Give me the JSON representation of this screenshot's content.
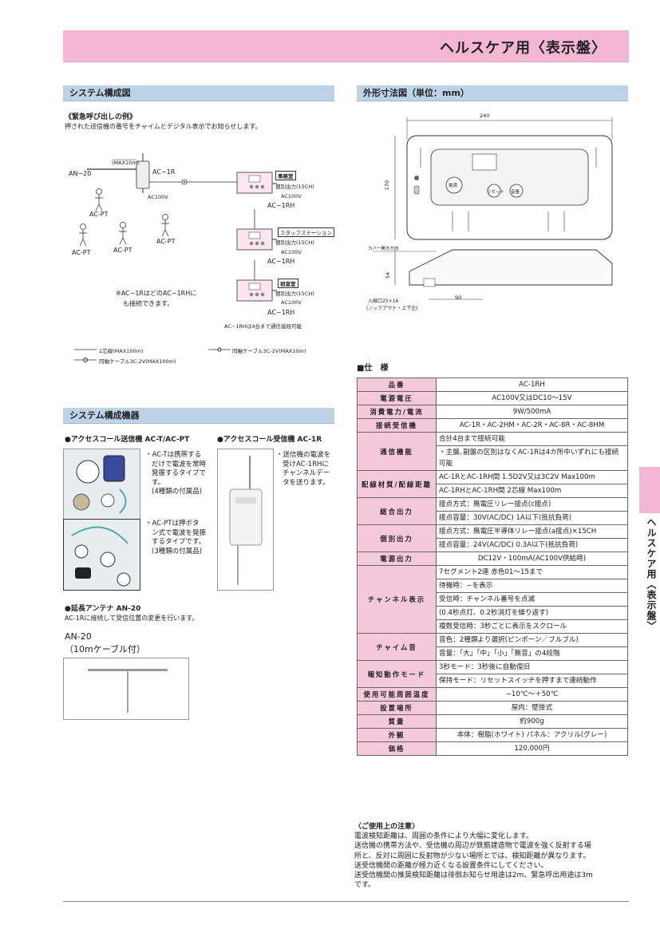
{
  "page_title": "ヘルスケア用〈表示盤〉",
  "side_tab_text": "ヘルスケア用〈表示盤〉",
  "system_diagram": {
    "header": "システム構成図",
    "example_title": "《緊急呼び出しの例》",
    "example_desc": "押された送信機の番号をチャイムとデジタル表示でお知らせします。",
    "max10m": "(MAX10m)",
    "an20": "AN−20",
    "ac1r": "AC−1R",
    "ac100v": "AC100V",
    "ac_pt": "AC-PT",
    "ac1rh": "AC−1RH",
    "room1": "事務室",
    "room2": "スタッフステーション",
    "room3": "宿直室",
    "indiv_output": "個別出力(15CH)",
    "note_connect_1": "※AC−1RはどのAC−1RHに",
    "note_connect_2": "も接続できます。",
    "note_4units": "AC−1RHは4台まで通信接続可能",
    "legend_2core": "2芯線(MAX100m)",
    "legend_coax1": "同軸ケーブル3C-2V(MAX10m)",
    "legend_coax2": "同軸ケーブル3C-2V(MAX100m)"
  },
  "dimension": {
    "header": "外形寸法図（単位：mm）",
    "width": "240",
    "height": "170",
    "depth": "54",
    "offset": "90",
    "cover_label": "カバー開き方向",
    "inlet_label_1": "入線口25×16",
    "inlet_label_2": "(ノックアウト・上下左)",
    "btn1": "電源",
    "btn2": "リセット",
    "btn3": "音量"
  },
  "spec": {
    "header": "■仕　様",
    "rows": [
      {
        "label": "品番",
        "lines": [
          "AC-1RH"
        ]
      },
      {
        "label": "電源電圧",
        "lines": [
          "AC100V又はDC10〜15V"
        ]
      },
      {
        "label": "消費電力/電流",
        "lines": [
          "9W/500mA"
        ]
      },
      {
        "label": "接続受信機",
        "lines": [
          "AC-1R・AC-2HM・AC-2R・AC-8R・AC-8HM"
        ]
      },
      {
        "label": "通信機能",
        "lines": [
          "合計4台まで接続可能",
          "・主盤､副盤の区別はなくAC-1Rは4カ所中いずれにも接続可能"
        ]
      },
      {
        "label": "配線材質/配線距離",
        "lines": [
          "AC-1RとAC-1RH間  1.5D2V又は3C2V  Max100m",
          "AC-1RHとAC-1RH間  2芯線      Max100m"
        ]
      },
      {
        "label": "総合出力",
        "lines": [
          "接点方式：無電圧リレー接点(c接点)",
          "接点容量：30V(AC/DC)  1A以下(抵抗負荷)"
        ]
      },
      {
        "label": "個別出力",
        "lines": [
          "接点方式：無電圧半導体リレー接点(a接点)×15CH",
          "接点容量：24V(AC/DC)  0.3A以下(抵抗負荷)"
        ]
      },
      {
        "label": "電源出力",
        "lines": [
          "DC12V・100mA(AC100V供給時)"
        ]
      },
      {
        "label": "チャンネル表示",
        "lines": [
          "7セグメント2連  赤色01〜15まで",
          "待機時：−を表示",
          "受信時：チャンネル番号を点滅",
          "(0.4秒点灯、0.2秒消灯を繰り返す)",
          "複数受信時：3秒ごとに表示をスクロール"
        ]
      },
      {
        "label": "チャイム音",
        "lines": [
          "音色：2種類より選択(ピンポーン／ブルブル)",
          "音量：「大」「中」「小」「無音」の4段階"
        ]
      },
      {
        "label": "報知動作モード",
        "lines": [
          "3秒モード：3秒後に自動復旧",
          "保持モード：リセットスイッチを押すまで連続動作"
        ]
      },
      {
        "label": "使用可能周囲温度",
        "lines": [
          "−10℃〜＋50℃"
        ]
      },
      {
        "label": "設置場所",
        "lines": [
          "屋内：壁掛式"
        ]
      },
      {
        "label": "質量",
        "lines": [
          "約900g"
        ]
      },
      {
        "label": "外観",
        "lines": [
          "本体：樹脂(ホワイト)  パネル：アクリル(グレー)"
        ]
      },
      {
        "label": "価格",
        "lines": [
          "120,000円"
        ]
      }
    ]
  },
  "equipment": {
    "header": "システム構成機器",
    "tx_title": "●アクセスコール送信機  AC-T/AC-PT",
    "tx_desc_t": [
      "・AC-Tは携帯する",
      "だけで電波を常時",
      "発振するタイプで",
      "す。",
      "(4種類の付属品)"
    ],
    "tx_desc_pt": [
      "・AC-PTは押ボタ",
      "ン式で電波を発振",
      "するタイプです。",
      "(3種類の付属品)"
    ],
    "rx_title": "●アクセスコール受信機  AC-1R",
    "rx_desc": [
      "・送信機の電波を",
      "受けAC-1RHに",
      "チャンネルデー",
      "タを送ります。"
    ],
    "antenna_title": "●延長アンテナ      AN-20",
    "antenna_desc": "AC-1Rに接続して受信位置の変更を行います。",
    "antenna_model": "AN-20",
    "antenna_cable": "（10mケーブル付）"
  },
  "usage_notes": {
    "title": "〈ご使用上の注意〉",
    "lines": [
      "電波検知距離は、周囲の条件により大幅に変化します。",
      "送信機の携帯方法や、受信機の周辺が鉄筋建造物で電波を強く反射する場",
      "所と、反対に周囲に反射物が少ない場所とでは、検知距離が異なります。",
      "送受信機間の距離が極力近くなる設置条件にしてください。",
      "送受信機間の推奨検知距離は徘徊お知らせ用途は2m、緊急呼出用途は3m",
      "です。"
    ]
  }
}
